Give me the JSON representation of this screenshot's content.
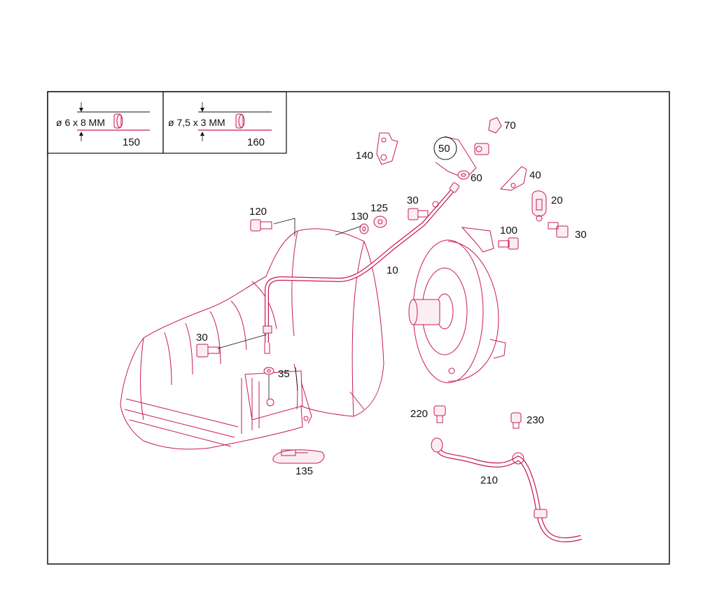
{
  "spec_boxes": [
    {
      "spec": "ø 6 x 8 MM",
      "part": "150"
    },
    {
      "spec": "ø 7,5 x 3 MM",
      "part": "160"
    }
  ],
  "callouts": {
    "c10": "10",
    "c20": "20",
    "c30a": "30",
    "c30b": "30",
    "c30c": "30",
    "c35": "35",
    "c40": "40",
    "c50": "50",
    "c60": "60",
    "c70": "70",
    "c100": "100",
    "c120": "120",
    "c125": "125",
    "c130": "130",
    "c135": "135",
    "c140": "140",
    "c210": "210",
    "c220": "220",
    "c230": "230"
  },
  "colors": {
    "line_art": "#c8195a",
    "frame": "#111111"
  }
}
